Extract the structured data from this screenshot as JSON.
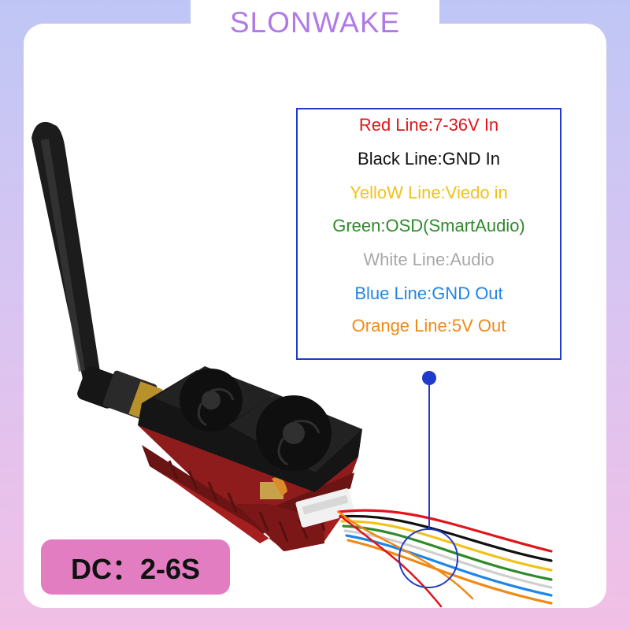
{
  "brand": {
    "name": "SLONWAKE",
    "color": "#b07ae6"
  },
  "legend": {
    "border_color": "#1f3bcb",
    "lines": [
      {
        "text": "Red Line:7-36V In",
        "color": "#e0151b"
      },
      {
        "text": "Black Line:GND In",
        "color": "#111111"
      },
      {
        "text": "YelloW Line:Viedo in",
        "color": "#f2c21b"
      },
      {
        "text": "Green:OSD(SmartAudio)",
        "color": "#2f8a2a"
      },
      {
        "text": "White Line:Audio",
        "color": "#a8a8a8"
      },
      {
        "text": "Blue Line:GND Out",
        "color": "#1e86e6"
      },
      {
        "text": "Orange Line:5V Out",
        "color": "#f08a14"
      }
    ]
  },
  "badge": {
    "text": "DC：2-6S",
    "color": "#e37dc2"
  },
  "wire_colors": [
    "#e0151b",
    "#111111",
    "#f2c21b",
    "#2f8a2a",
    "#dddddd",
    "#1e86e6",
    "#f08a14"
  ],
  "icons": [
    "antenna-icon",
    "cooling-fan-icon",
    "heatsink-icon",
    "wire-harness-icon",
    "callout-pointer-icon"
  ]
}
